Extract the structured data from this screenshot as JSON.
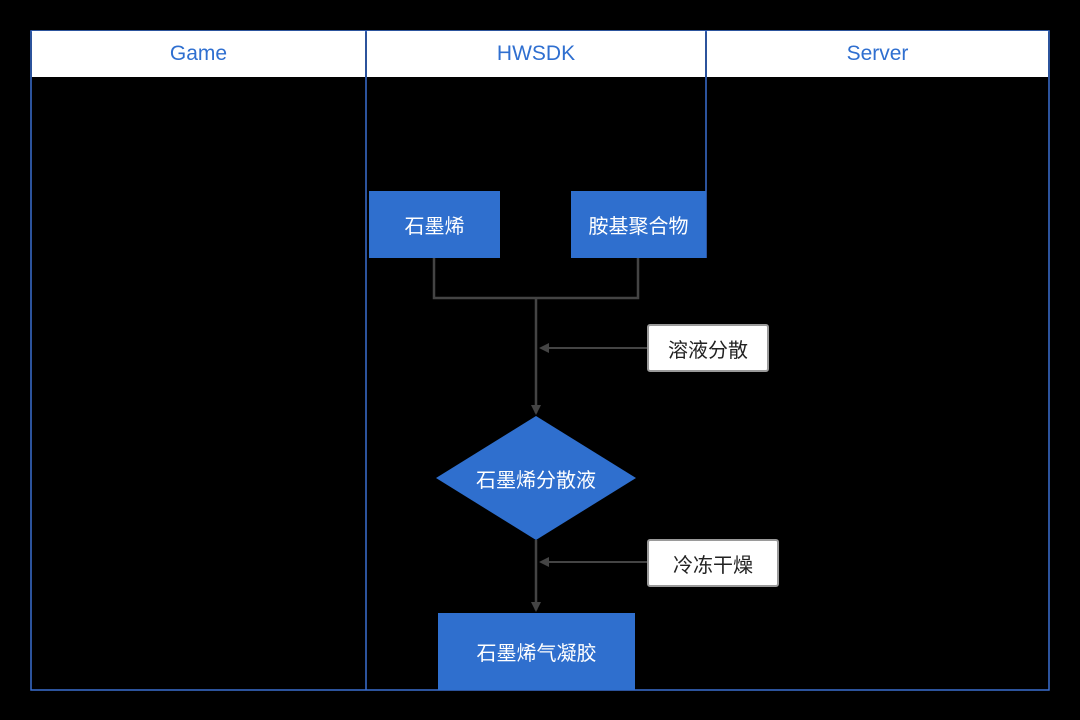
{
  "lanes": {
    "game": "Game",
    "hwsdk": "HWSDK",
    "server": "Server"
  },
  "nodes": {
    "graphene": "石墨烯",
    "amino_polymer": "胺基聚合物",
    "solution_dispersion": "溶液分散",
    "graphene_dispersion": "石墨烯分散液",
    "freeze_drying": "冷冻干燥",
    "graphene_aerogel": "石墨烯气凝胶"
  },
  "colors": {
    "background": "#000000",
    "lane_border": "#3a6fd0",
    "header_text": "#2f6fd0",
    "node_fill": "#2f6fce",
    "connector": "#444444"
  }
}
